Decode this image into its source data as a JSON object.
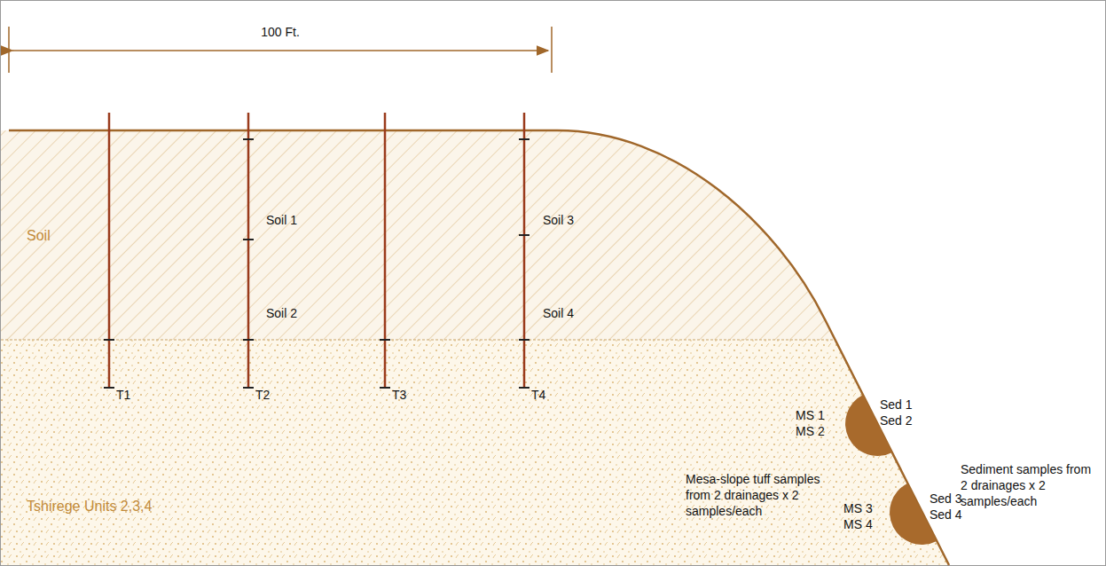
{
  "diagram": {
    "labels": [
      "100 Ft.",
      "Soil",
      "Soil 1",
      "Soil 2",
      "Soil 3",
      "Soil 4",
      "T1",
      "T2",
      "T3",
      "T4",
      "Tshirege Units 2,3,4",
      "MS 1",
      "MS 2",
      "Sed 1",
      "Sed 2",
      "MS 3",
      "MS 4",
      "Sed 3",
      "Sed 4",
      "Mesa-slope tuff samples from 2 drainages x 2 samples/each",
      "Sediment samples from 2 drainages x 2 samples/each"
    ]
  }
}
